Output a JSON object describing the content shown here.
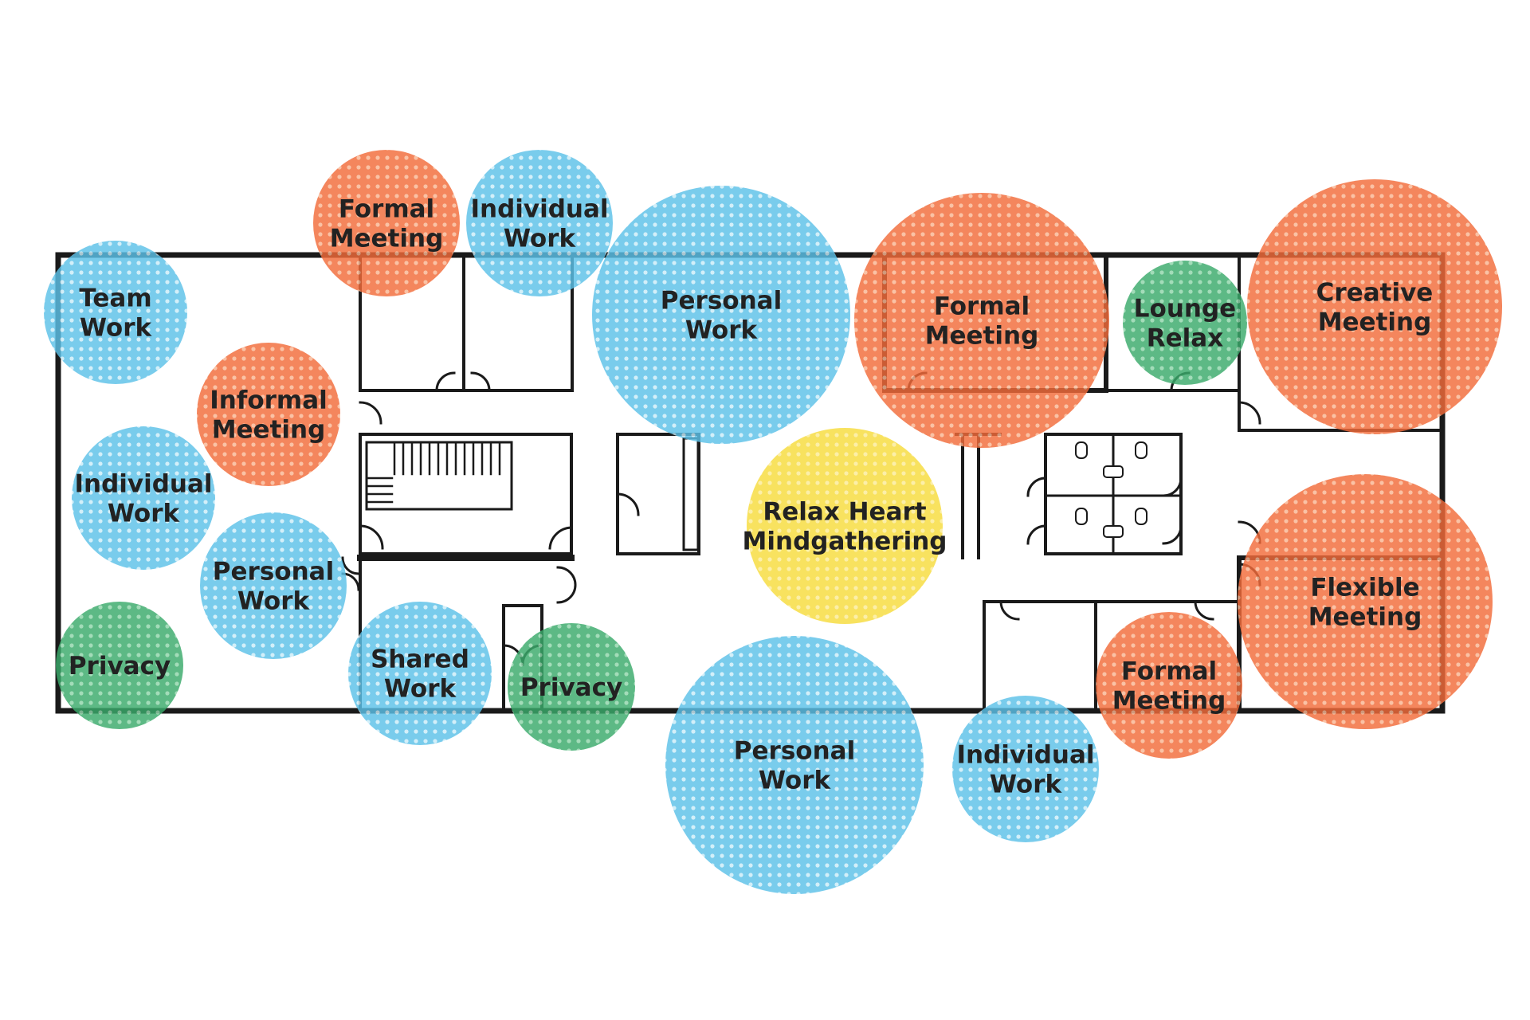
{
  "colors": {
    "work": "#5cc1e8",
    "meeting": "#f26b3a",
    "privacy": "#3aaa6a",
    "relax": "#f7dc3c",
    "wall": "#1a1a1a"
  },
  "zones": [
    {
      "id": "team-work",
      "type": "work",
      "lines": [
        "Team",
        "Work"
      ]
    },
    {
      "id": "formal-meeting-top",
      "type": "meeting",
      "lines": [
        "Formal",
        "Meeting"
      ]
    },
    {
      "id": "individual-work-top",
      "type": "work",
      "lines": [
        "Individual",
        "Work"
      ]
    },
    {
      "id": "personal-work-top",
      "type": "work",
      "lines": [
        "Personal",
        "Work"
      ]
    },
    {
      "id": "formal-meeting-large",
      "type": "meeting",
      "lines": [
        "Formal",
        "Meeting"
      ]
    },
    {
      "id": "lounge-relax",
      "type": "privacy",
      "lines": [
        "Lounge",
        "Relax"
      ]
    },
    {
      "id": "creative-meeting",
      "type": "meeting",
      "lines": [
        "Creative",
        "Meeting"
      ]
    },
    {
      "id": "informal-meeting",
      "type": "meeting",
      "lines": [
        "Informal",
        "Meeting"
      ]
    },
    {
      "id": "individual-work-left",
      "type": "work",
      "lines": [
        "Individual",
        "Work"
      ]
    },
    {
      "id": "personal-work-left",
      "type": "work",
      "lines": [
        "Personal",
        "Work"
      ]
    },
    {
      "id": "privacy-left",
      "type": "privacy",
      "lines": [
        "Privacy"
      ]
    },
    {
      "id": "shared-work",
      "type": "work",
      "lines": [
        "Shared",
        "Work"
      ]
    },
    {
      "id": "privacy-center",
      "type": "privacy",
      "lines": [
        "Privacy"
      ]
    },
    {
      "id": "relax-heart",
      "type": "relax",
      "lines": [
        "Relax Heart",
        "Mindgathering"
      ]
    },
    {
      "id": "personal-work-bottom",
      "type": "work",
      "lines": [
        "Personal",
        "Work"
      ]
    },
    {
      "id": "individual-work-bottom",
      "type": "work",
      "lines": [
        "Individual",
        "Work"
      ]
    },
    {
      "id": "formal-meeting-bottom",
      "type": "meeting",
      "lines": [
        "Formal",
        "Meeting"
      ]
    },
    {
      "id": "flexible-meeting",
      "type": "meeting",
      "lines": [
        "Flexible",
        "Meeting"
      ]
    }
  ]
}
